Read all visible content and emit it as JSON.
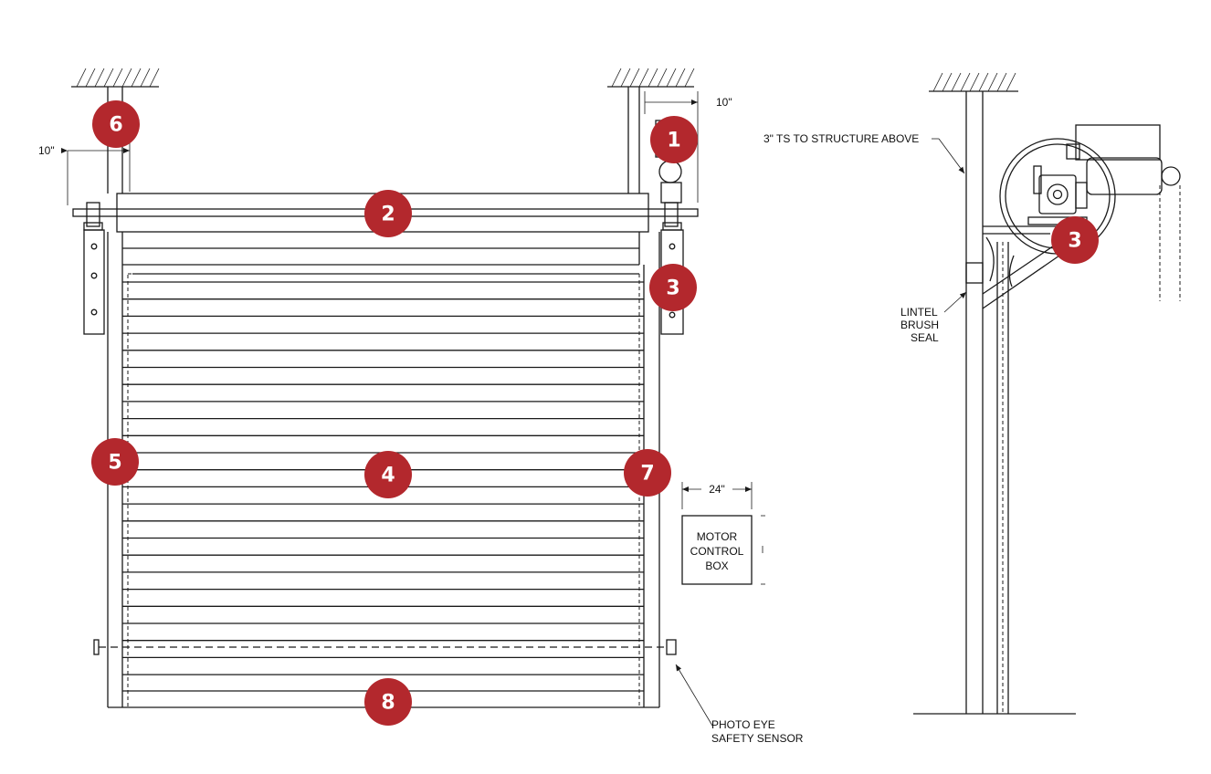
{
  "labels": {
    "dim_left": "10\"",
    "dim_right": "10\"",
    "dim_control_box": "24\"",
    "motor_control_box": [
      "MOTOR",
      "CONTROL",
      "BOX"
    ],
    "photo_eye": [
      "PHOTO EYE",
      "SAFETY SENSOR"
    ],
    "structure_above": "3\" TS TO STRUCTURE ABOVE",
    "lintel_seal": [
      "LINTEL",
      "BRUSH",
      "SEAL"
    ]
  },
  "callouts": {
    "c1": "1",
    "c2": "2",
    "c3_front": "3",
    "c3_side": "3",
    "c4": "4",
    "c5": "5",
    "c6": "6",
    "c7": "7",
    "c8": "8"
  },
  "colors": {
    "callout_fill": "#b3282d",
    "line": "#1a1a1a"
  }
}
